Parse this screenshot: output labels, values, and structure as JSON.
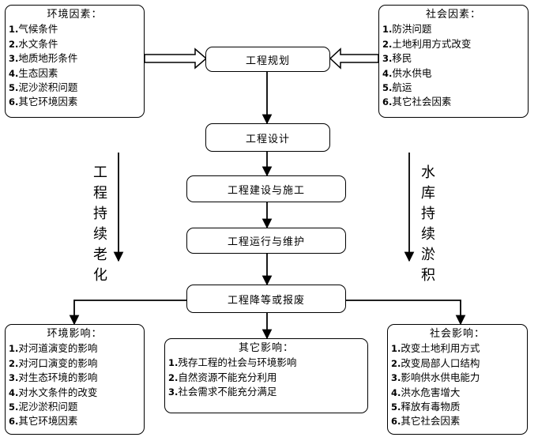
{
  "process": {
    "planning": "工程规划",
    "design": "工程设计",
    "construction": "工程建设与施工",
    "operation": "工程运行与维护",
    "downgrade": "工程降等或报废"
  },
  "env_factors": {
    "title": "环境因素：",
    "items": [
      {
        "num": "1.",
        "text": "气候条件"
      },
      {
        "num": "2.",
        "text": "水文条件"
      },
      {
        "num": "3.",
        "text": "地质地形条件"
      },
      {
        "num": "4.",
        "text": "生态因素"
      },
      {
        "num": "5.",
        "text": "泥沙淤积问题"
      },
      {
        "num": "6.",
        "text": "其它环境因素"
      }
    ]
  },
  "social_factors": {
    "title": "社会因素：",
    "items": [
      {
        "num": "1.",
        "text": "防洪问题"
      },
      {
        "num": "2.",
        "text": "土地利用方式改变"
      },
      {
        "num": "3.",
        "text": "移民"
      },
      {
        "num": "4.",
        "text": "供水供电"
      },
      {
        "num": "5.",
        "text": "航运"
      },
      {
        "num": "6.",
        "text": "其它社会因素"
      }
    ]
  },
  "env_impacts": {
    "title": "环境影响：",
    "items": [
      {
        "num": "1.",
        "text": "对河道演变的影响"
      },
      {
        "num": "2.",
        "text": "对河口演变的影响"
      },
      {
        "num": "3.",
        "text": "对生态环境的影响"
      },
      {
        "num": "4.",
        "text": "对水文条件的改变"
      },
      {
        "num": "5.",
        "text": "泥沙淤积问题"
      },
      {
        "num": "6.",
        "text": "其它环境因素"
      }
    ]
  },
  "other_impacts": {
    "title": "其它影响：",
    "items": [
      {
        "num": "1.",
        "text": "残存工程的社会与环境影响"
      },
      {
        "num": "2.",
        "text": "自然资源不能充分利用"
      },
      {
        "num": "3.",
        "text": "社会需求不能充分满足"
      }
    ]
  },
  "social_impacts": {
    "title": "社会影响：",
    "items": [
      {
        "num": "1.",
        "text": "改变土地利用方式"
      },
      {
        "num": "2.",
        "text": "改变局部人口结构"
      },
      {
        "num": "3.",
        "text": "影响供水供电能力"
      },
      {
        "num": "4.",
        "text": "洪水危害增大"
      },
      {
        "num": "5.",
        "text": "释放有毒物质"
      },
      {
        "num": "6.",
        "text": "其它社会因素"
      }
    ]
  },
  "side_labels": {
    "left": "工程持续老化",
    "right": "水库持续淤积"
  }
}
